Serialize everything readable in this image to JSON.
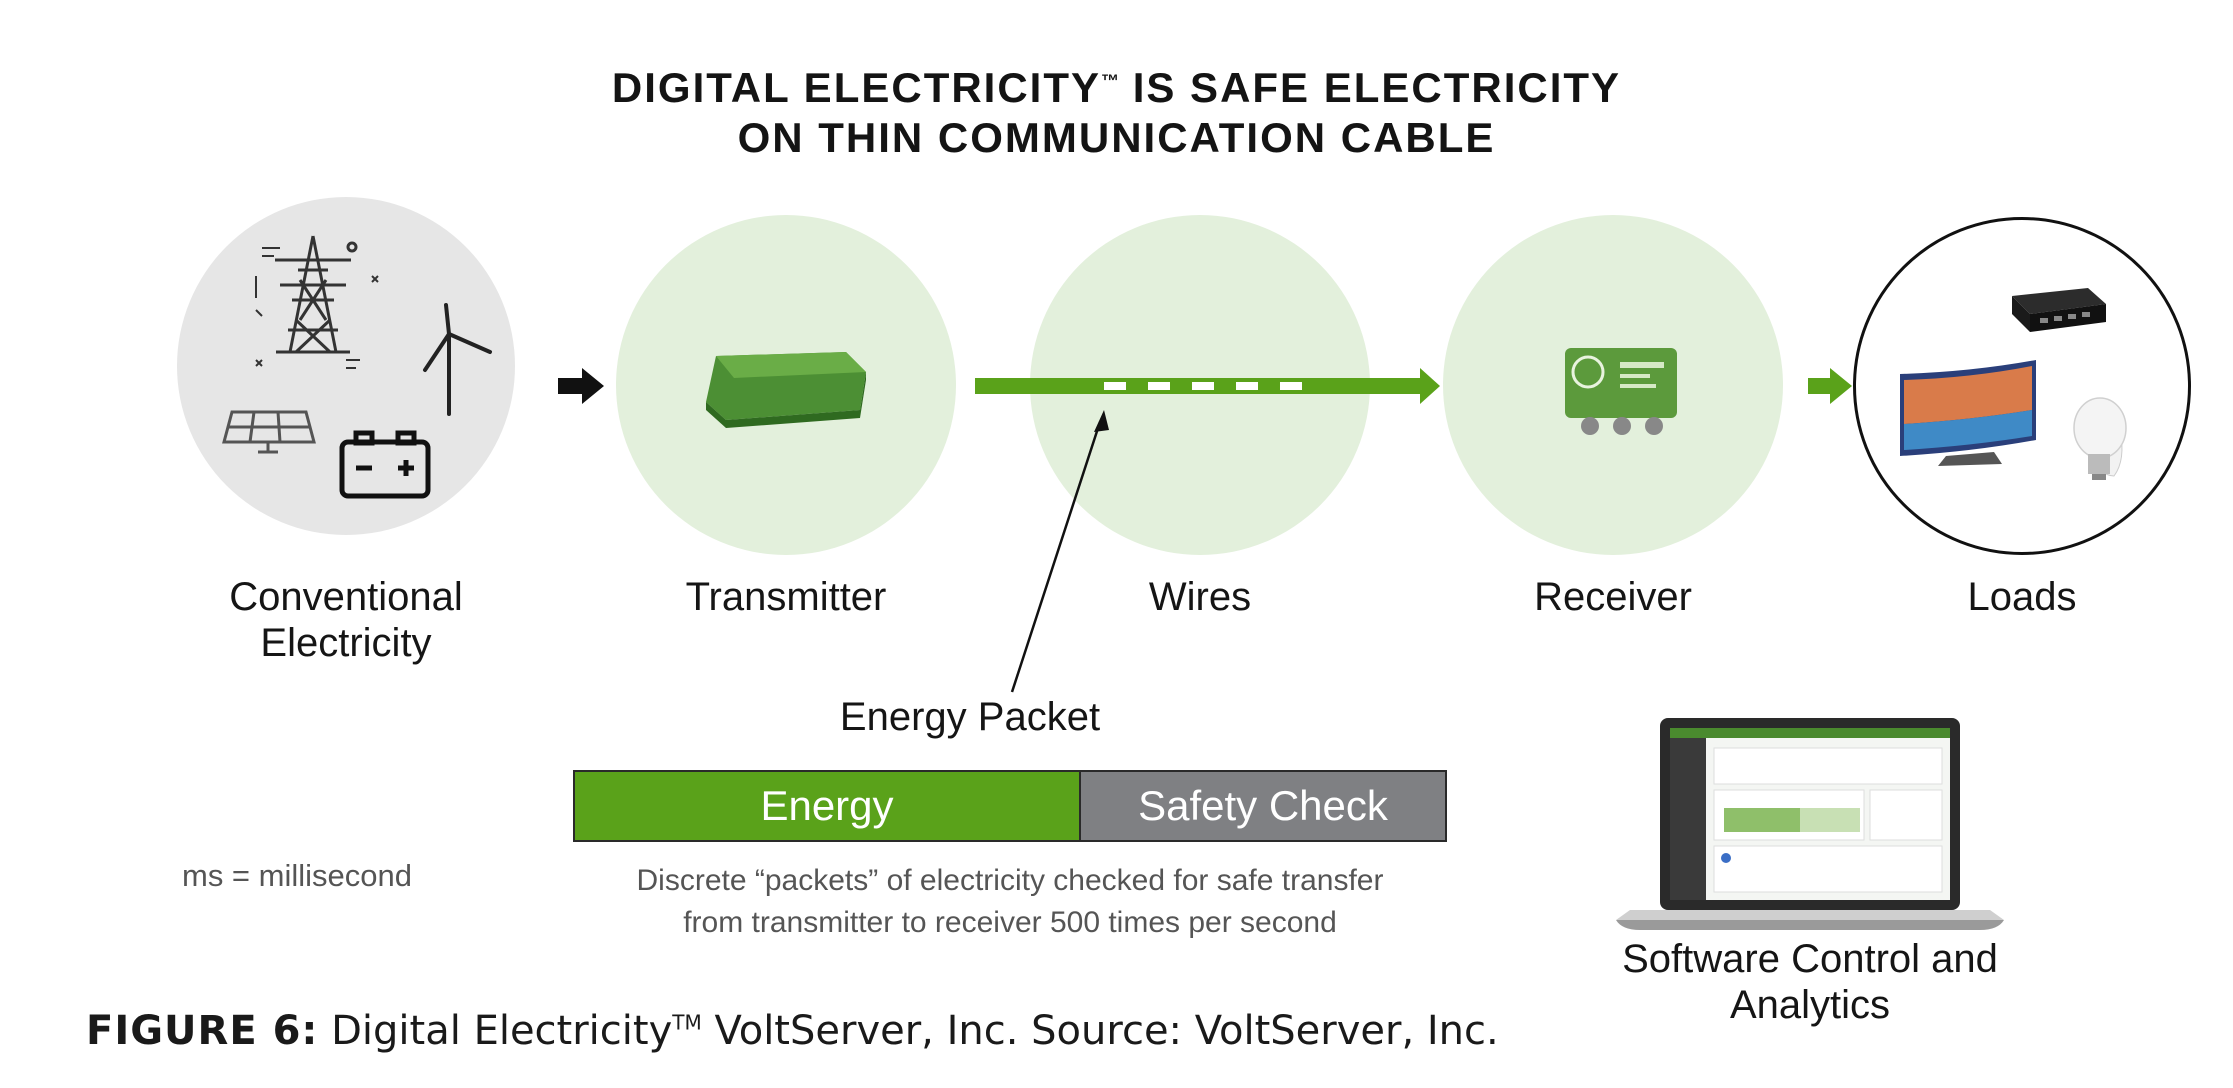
{
  "title": {
    "line1_a": "DIGITAL ELECTRICITY",
    "line1_tm": "™",
    "line1_b": " IS SAFE ELECTRICITY",
    "line2": "ON THIN COMMUNICATION CABLE"
  },
  "stages": [
    {
      "line1": "Conventional",
      "line2": "Electricity"
    },
    {
      "line1": "Transmitter"
    },
    {
      "line1": "Wires"
    },
    {
      "line1": "Receiver"
    },
    {
      "line1": "Loads"
    }
  ],
  "packet": {
    "pointer_label": "Energy Packet",
    "energy_label": "Energy",
    "safety_label": "Safety Check",
    "description_line1": "Discrete “packets” of electricity checked for safe transfer",
    "description_line2": "from transmitter to receiver 500 times per second"
  },
  "note": "ms = millisecond",
  "software": {
    "line1": "Software Control and",
    "line2": "Analytics"
  },
  "caption": {
    "label": "FIGURE 6:",
    "text_a": " Digital Electricity",
    "tm": "TM",
    "text_b": " VoltServer, Inc. Source: VoltServer, Inc."
  },
  "colors": {
    "green": "#5aa21a",
    "light_green_circle": "#e3f0dc",
    "grey_circle": "#e6e6e6",
    "safety_grey": "#7f8083"
  },
  "icons": [
    "power-tower-icon",
    "wind-turbine-icon",
    "solar-panel-icon",
    "battery-icon",
    "transmitter-device-icon",
    "receiver-device-icon",
    "network-switch-icon",
    "tv-icon",
    "light-bulb-icon",
    "laptop-icon"
  ]
}
